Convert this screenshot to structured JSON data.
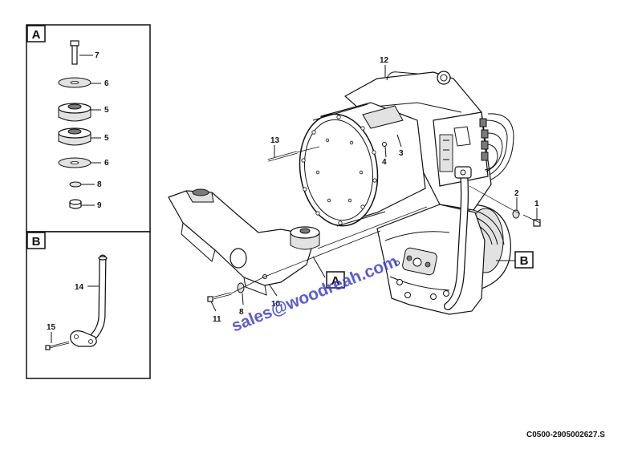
{
  "boxes": {
    "a": "A",
    "b": "B"
  },
  "callouts": {
    "c1": "1",
    "c2": "2",
    "c3": "3",
    "c4": "4",
    "c5a": "5",
    "c5b": "5",
    "c6a": "6",
    "c6b": "6",
    "c7": "7",
    "c8a": "8",
    "c8b": "8",
    "c9": "9",
    "c10": "10",
    "c11": "11",
    "c12": "12",
    "c13": "13",
    "c14": "14",
    "c15": "15"
  },
  "refs": {
    "a": "A",
    "b": "B"
  },
  "watermark": "sales@woodreah.com",
  "drawing_number": "C0500-2905002627.S"
}
